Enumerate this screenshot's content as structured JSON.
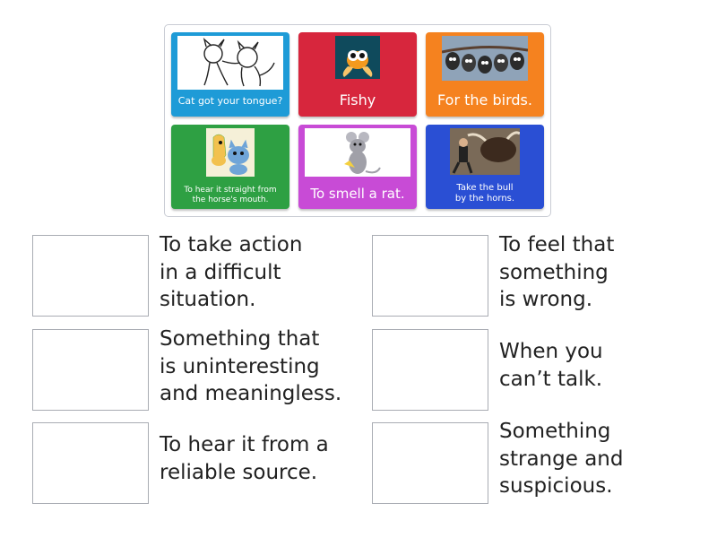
{
  "cards": [
    {
      "id": "c1",
      "caption": "Cat got your tongue?",
      "icon": "cat-cartoon-icon"
    },
    {
      "id": "c2",
      "caption": "Fishy",
      "icon": "goldfish-icon"
    },
    {
      "id": "c3",
      "caption": "For the birds.",
      "icon": "birds-on-branch-icon"
    },
    {
      "id": "c4",
      "caption": "To hear it straight from\nthe horse's mouth.",
      "icon": "horse-cat-cartoon-icon"
    },
    {
      "id": "c5",
      "caption": "To smell a rat.",
      "icon": "rat-cartoon-icon"
    },
    {
      "id": "c6",
      "caption": "Take the bull\nby the horns.",
      "icon": "bull-photo-icon"
    }
  ],
  "definitions": [
    "To take action\nin a difficult\nsituation.",
    "To feel that\nsomething\nis wrong.",
    "Something that\nis uninteresting\nand meaningless.",
    "When you\ncan’t talk.",
    "To hear it from a\nreliable source.",
    "Something\nstrange and\nsuspicious."
  ],
  "colors": {
    "card1": "#1e9bd7",
    "card2": "#d7263d",
    "card3": "#f5821f",
    "card4": "#2ea043",
    "card5": "#c84bd6",
    "card6": "#2a4fd4"
  }
}
